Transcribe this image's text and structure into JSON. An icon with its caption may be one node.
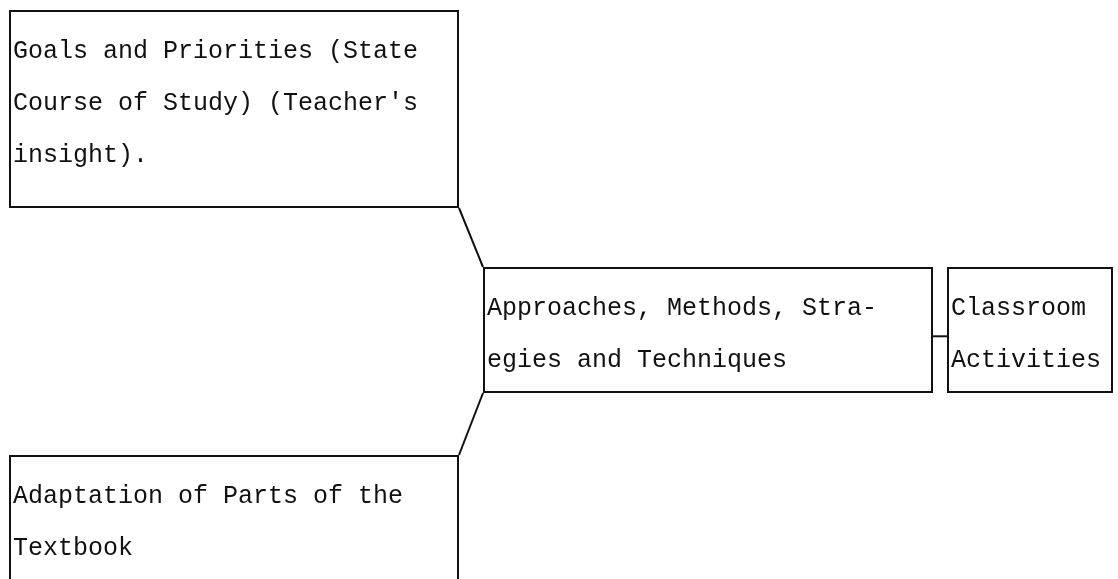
{
  "diagram": {
    "nodes": [
      {
        "text": [
          "Goals and Priorities (State Course of Study) (Teacher's insight)."
        ]
      },
      {
        "text": [
          "Approaches, Methods, Stra- egies and Techniques"
        ]
      },
      {
        "text": [
          "Classroom Activities"
        ]
      },
      {
        "text": [
          "Adaptation of Parts of the Textbook"
        ]
      }
    ],
    "edges": [
      {
        "from": 0,
        "to": 1,
        "arrow": "none"
      },
      {
        "from": 3,
        "to": 1,
        "arrow": "none"
      },
      {
        "from": 1,
        "to": 2,
        "arrow": "none"
      }
    ]
  }
}
